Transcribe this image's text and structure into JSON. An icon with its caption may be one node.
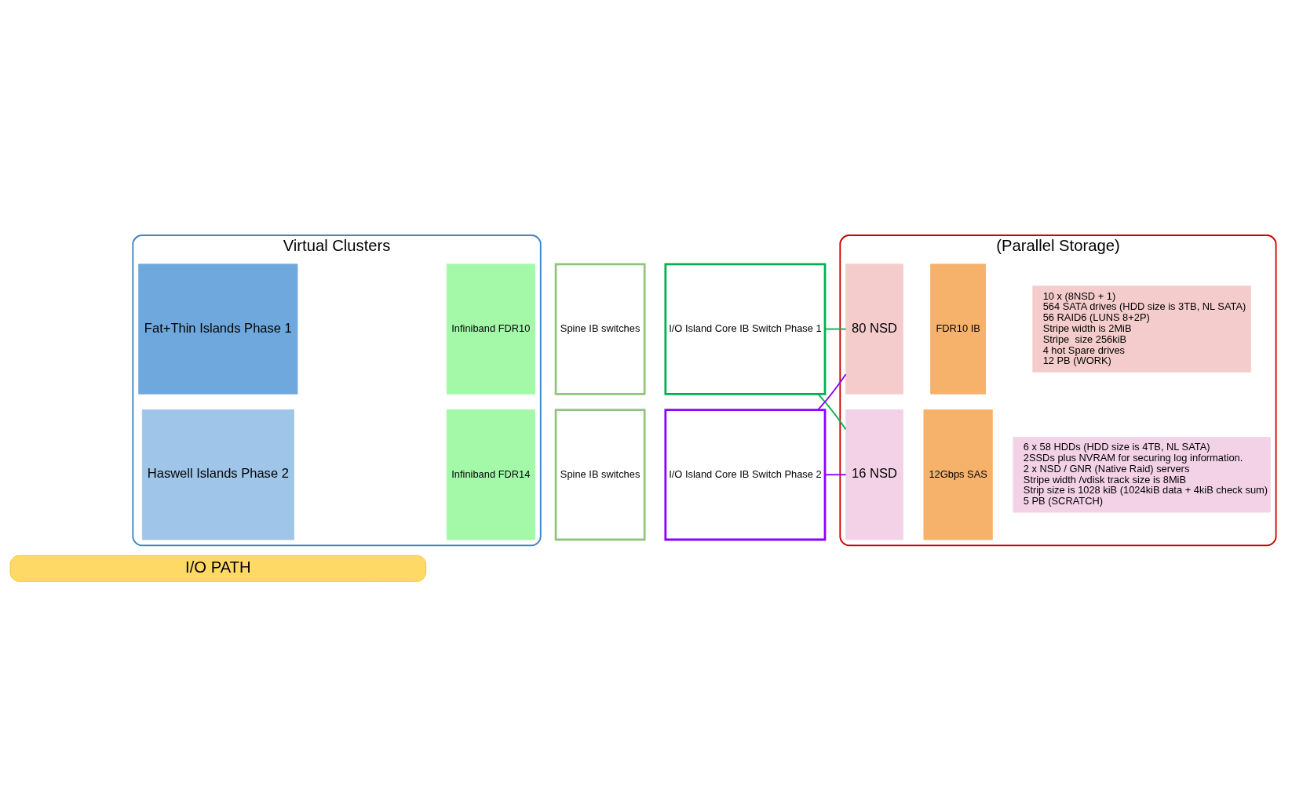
{
  "diagram": {
    "nodes": [
      {
        "text": [
          "I/O PATH"
        ]
      },
      {
        "text": [
          "Virtual Clusters"
        ]
      },
      {
        "text": [
          "Fat+Thin Islands Phase 1"
        ],
        "in": 1
      },
      {
        "text": [
          "Infiniband FDR10"
        ],
        "in": 1
      },
      {
        "text": [
          "Haswell Islands Phase 2"
        ],
        "in": 1
      },
      {
        "text": [
          "Infiniband FDR14"
        ],
        "in": 1
      },
      {
        "text": [
          "Spine IB switches"
        ]
      },
      {
        "text": [
          "I/O Island Core IB Switch Phase 1"
        ]
      },
      {
        "text": [
          "Spine IB switches"
        ]
      },
      {
        "text": [
          "I/O Island Core IB Switch Phase 2"
        ]
      },
      {
        "text": [
          "(Parallel Storage)"
        ]
      },
      {
        "text": [
          "80 NSD"
        ],
        "in": 10
      },
      {
        "text": [
          "FDR10 IB"
        ],
        "in": 10
      },
      {
        "text": [
          "10 x (8NSD + 1)",
          "564 SATA drives (HDD size is 3TB, NL SATA)",
          "56 RAID6 (LUNS 8+2P)",
          "Stripe width is 2MiB",
          "Stripe  size 256kiB",
          "4 hot Spare drives",
          "12 PB (WORK)"
        ],
        "in": 10
      },
      {
        "text": [
          "16 NSD"
        ],
        "in": 10
      },
      {
        "text": [
          "12Gbps SAS"
        ],
        "in": 10
      },
      {
        "text": [
          "6 x 58 HDDs (HDD size is 4TB, NL SATA)",
          "2SSDs plus NVRAM for securing log information.",
          "2 x NSD / GNR (Native Raid) servers",
          "Stripe width /vdisk track size is 8MiB",
          "Strip size is 1028 kiB (1024kiB data + 4kiB check sum)",
          "5 PB (SCRATCH)"
        ],
        "in": 10
      }
    ],
    "edges": [
      {
        "from": 7,
        "to": 11,
        "arrow": "none",
        "color": "#00b050"
      },
      {
        "from": 7,
        "to": 14,
        "arrow": "none",
        "color": "#00b050"
      },
      {
        "from": 9,
        "to": 11,
        "arrow": "none",
        "color": "#8b00ff"
      },
      {
        "from": 9,
        "to": 14,
        "arrow": "none",
        "color": "#8b00ff"
      }
    ]
  }
}
